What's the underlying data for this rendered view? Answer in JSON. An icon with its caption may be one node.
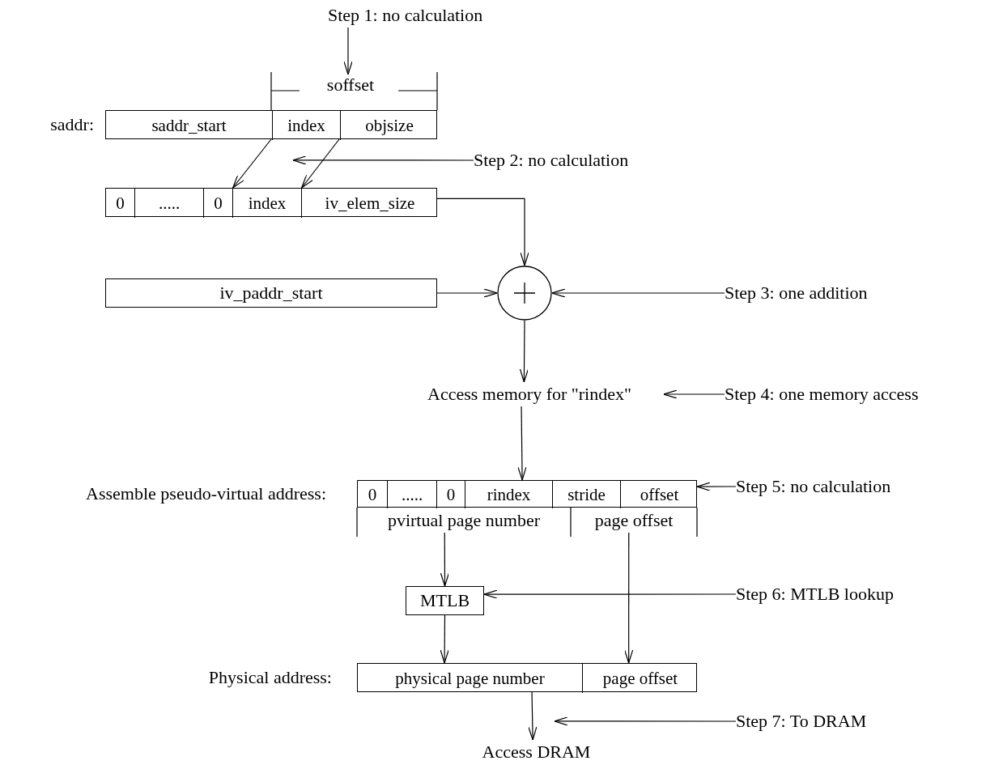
{
  "diagram": {
    "nodes": [
      {
        "text": [
          "Step 1: no calculation"
        ]
      },
      {
        "text": [
          "soffset"
        ]
      },
      {
        "text": [],
        "shape": "box",
        "beside": [
          "saddr:"
        ]
      },
      {
        "text": [
          "saddr_start"
        ],
        "in": 2
      },
      {
        "text": [
          "index"
        ],
        "in": 2
      },
      {
        "text": [
          "objsize"
        ],
        "in": 2
      },
      {
        "text": [
          "Step 2: no calculation"
        ]
      },
      {
        "text": [],
        "shape": "box"
      },
      {
        "text": [
          "0"
        ],
        "in": 7
      },
      {
        "text": [
          "....."
        ],
        "in": 7
      },
      {
        "text": [
          "0"
        ],
        "in": 7
      },
      {
        "text": [
          "index"
        ],
        "in": 7
      },
      {
        "text": [
          "iv_elem_size"
        ],
        "in": 7
      },
      {
        "text": [
          "iv_paddr_start"
        ]
      },
      {
        "text": [],
        "shape": "circle"
      },
      {
        "text": [
          "Step 3: one addition"
        ]
      },
      {
        "text": [
          "Access memory for \"rindex\""
        ]
      },
      {
        "text": [
          "Step 4: one memory access"
        ]
      },
      {
        "text": [],
        "shape": "box",
        "beside": [
          "Assemble pseudo-virtual address:"
        ]
      },
      {
        "text": [
          "0"
        ],
        "in": 18
      },
      {
        "text": [
          "....."
        ],
        "in": 18
      },
      {
        "text": [
          "0"
        ],
        "in": 18
      },
      {
        "text": [
          "rindex"
        ],
        "in": 18
      },
      {
        "text": [
          "stride"
        ],
        "in": 18
      },
      {
        "text": [
          "offset"
        ],
        "in": 18
      },
      {
        "text": [
          "pvirtual page number"
        ]
      },
      {
        "text": [
          "page offset"
        ]
      },
      {
        "text": [
          "Step 5: no calculation"
        ]
      },
      {
        "text": [
          "MTLB"
        ]
      },
      {
        "text": [
          "Step 6: MTLB lookup"
        ]
      },
      {
        "text": [],
        "shape": "box",
        "beside": [
          "Physical address:"
        ]
      },
      {
        "text": [
          "physical page number"
        ],
        "in": 30
      },
      {
        "text": [
          "page offset"
        ],
        "in": 30
      },
      {
        "text": [
          "Step 7: To DRAM"
        ]
      },
      {
        "text": [
          "Access DRAM"
        ]
      }
    ],
    "edges": [
      {
        "from": 0,
        "to": 1,
        "arrow": "to"
      },
      {
        "from": 4,
        "to": 11,
        "arrow": "to"
      },
      {
        "from": 5,
        "to": 12,
        "arrow": "to"
      },
      {
        "from": 6,
        "to": 4,
        "arrow": "to"
      },
      {
        "from": 12,
        "to": 14,
        "arrow": "to"
      },
      {
        "from": 13,
        "to": 14,
        "arrow": "to"
      },
      {
        "from": 15,
        "to": 14,
        "arrow": "to"
      },
      {
        "from": 14,
        "to": 16,
        "arrow": "to"
      },
      {
        "from": 17,
        "to": 16,
        "arrow": "to"
      },
      {
        "from": 16,
        "to": 18,
        "arrow": "to"
      },
      {
        "from": 27,
        "to": 24,
        "arrow": "to"
      },
      {
        "from": 25,
        "to": 28,
        "arrow": "to"
      },
      {
        "from": 26,
        "to": 32,
        "arrow": "to"
      },
      {
        "from": 29,
        "to": 28,
        "arrow": "to"
      },
      {
        "from": 28,
        "to": 31,
        "arrow": "to"
      },
      {
        "from": 31,
        "to": 34,
        "arrow": "to"
      },
      {
        "from": 33,
        "to": 34,
        "arrow": "to"
      }
    ]
  }
}
